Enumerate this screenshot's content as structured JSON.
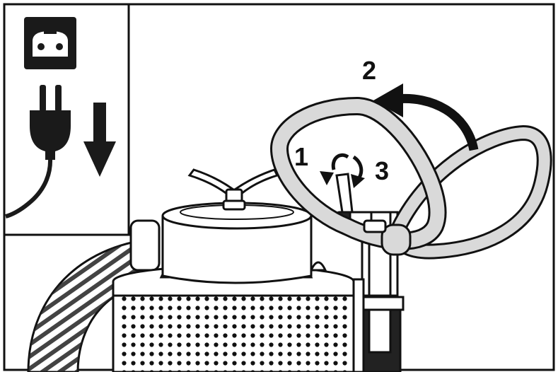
{
  "steps": {
    "step1": "1",
    "step2": "2",
    "step3": "3"
  },
  "icons": {
    "socket": "power-socket-icon",
    "plug": "power-plug-icon",
    "unplug_arrow": "arrow-down-icon",
    "rotate_arrow": "curved-arrow-icon"
  },
  "colors": {
    "line": "#111111",
    "handle_fill": "#d9d9d9",
    "background": "#ffffff"
  }
}
